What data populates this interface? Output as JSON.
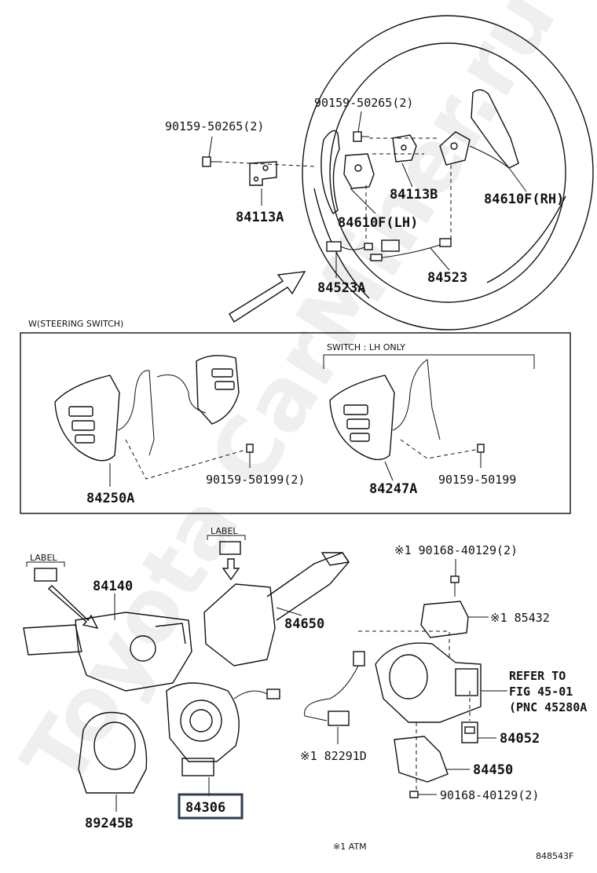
{
  "callouts": {
    "bolt_top_left": "90159-50265(2)",
    "bolt_top_mid": "90159-50265(2)",
    "bracket_a": "84113A",
    "bracket_b": "84113B",
    "paddle_lh": "84610F(LH)",
    "paddle_rh": "84610F(RH)",
    "harness_a": "84523A",
    "harness": "84523"
  },
  "steering_switch_panel": {
    "title": "W(STEERING SWITCH)",
    "switch_lh_only": "SWITCH : LH ONLY",
    "switch_pair": "84250A",
    "screw_pair": "90159-50199(2)",
    "switch_lh": "84247A",
    "screw_lh": "90159-50199"
  },
  "lower": {
    "label_left": "LABEL",
    "label_mid": "LABEL",
    "turn_switch": "84140",
    "wiper_switch": "84650",
    "screw_top": "※1 90168-40129(2)",
    "lock_part": "※1 85432",
    "refer_line1": "REFER TO",
    "refer_line2": "FIG 45-01",
    "refer_line3": "(PNC 45280A",
    "sensor_wire": "※1 82291D",
    "part_84052": "84052",
    "part_84450": "84450",
    "screw_bottom": "90168-40129(2)",
    "spiral_cable": "84306",
    "cover": "89245B",
    "footnote": "※1 ATM",
    "figure_code": "848543F"
  },
  "watermark": "Toyota CarMiner.ru"
}
